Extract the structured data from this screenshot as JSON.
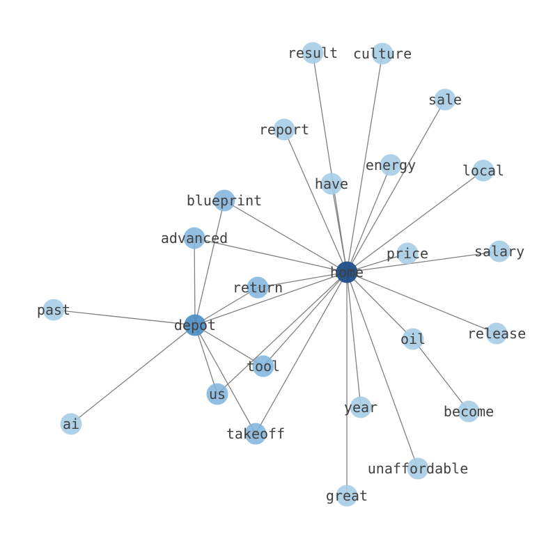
{
  "graph": {
    "colors": {
      "edge": "#808080",
      "label": "#404040",
      "hub": "#1f4e87",
      "major": "#4a8cc4",
      "medium": "#7fb4dc",
      "minor": "#a7cde6"
    },
    "nodes": [
      {
        "id": "home",
        "label": "home",
        "tier": "hub"
      },
      {
        "id": "depot",
        "label": "depot",
        "tier": "major"
      },
      {
        "id": "result",
        "label": "result",
        "tier": "minor"
      },
      {
        "id": "culture",
        "label": "culture",
        "tier": "minor"
      },
      {
        "id": "sale",
        "label": "sale",
        "tier": "minor"
      },
      {
        "id": "report",
        "label": "report",
        "tier": "minor"
      },
      {
        "id": "energy",
        "label": "energy",
        "tier": "minor"
      },
      {
        "id": "local",
        "label": "local",
        "tier": "minor"
      },
      {
        "id": "have",
        "label": "have",
        "tier": "minor"
      },
      {
        "id": "blueprint",
        "label": "blueprint",
        "tier": "medium"
      },
      {
        "id": "advanced",
        "label": "advanced",
        "tier": "medium"
      },
      {
        "id": "price",
        "label": "price",
        "tier": "minor"
      },
      {
        "id": "salary",
        "label": "salary",
        "tier": "minor"
      },
      {
        "id": "return",
        "label": "return",
        "tier": "medium"
      },
      {
        "id": "past",
        "label": "past",
        "tier": "minor"
      },
      {
        "id": "oil",
        "label": "oil",
        "tier": "minor"
      },
      {
        "id": "release",
        "label": "release",
        "tier": "minor"
      },
      {
        "id": "tool",
        "label": "tool",
        "tier": "medium"
      },
      {
        "id": "us",
        "label": "us",
        "tier": "medium"
      },
      {
        "id": "year",
        "label": "year",
        "tier": "minor"
      },
      {
        "id": "become",
        "label": "become",
        "tier": "minor"
      },
      {
        "id": "ai",
        "label": "ai",
        "tier": "minor"
      },
      {
        "id": "takeoff",
        "label": "takeoff",
        "tier": "medium"
      },
      {
        "id": "unaffordable",
        "label": "unaffordable",
        "tier": "minor"
      },
      {
        "id": "great",
        "label": "great",
        "tier": "minor"
      }
    ],
    "edges": [
      [
        "home",
        "result"
      ],
      [
        "home",
        "culture"
      ],
      [
        "home",
        "sale"
      ],
      [
        "home",
        "report"
      ],
      [
        "home",
        "energy"
      ],
      [
        "home",
        "local"
      ],
      [
        "home",
        "have"
      ],
      [
        "home",
        "blueprint"
      ],
      [
        "home",
        "advanced"
      ],
      [
        "home",
        "price"
      ],
      [
        "home",
        "salary"
      ],
      [
        "home",
        "return"
      ],
      [
        "home",
        "depot"
      ],
      [
        "home",
        "oil"
      ],
      [
        "home",
        "release"
      ],
      [
        "home",
        "tool"
      ],
      [
        "home",
        "us"
      ],
      [
        "home",
        "year"
      ],
      [
        "home",
        "takeoff"
      ],
      [
        "home",
        "unaffordable"
      ],
      [
        "home",
        "great"
      ],
      [
        "depot",
        "blueprint"
      ],
      [
        "depot",
        "advanced"
      ],
      [
        "depot",
        "return"
      ],
      [
        "depot",
        "past"
      ],
      [
        "depot",
        "tool"
      ],
      [
        "depot",
        "us"
      ],
      [
        "depot",
        "ai"
      ],
      [
        "depot",
        "takeoff"
      ],
      [
        "oil",
        "become"
      ]
    ]
  }
}
